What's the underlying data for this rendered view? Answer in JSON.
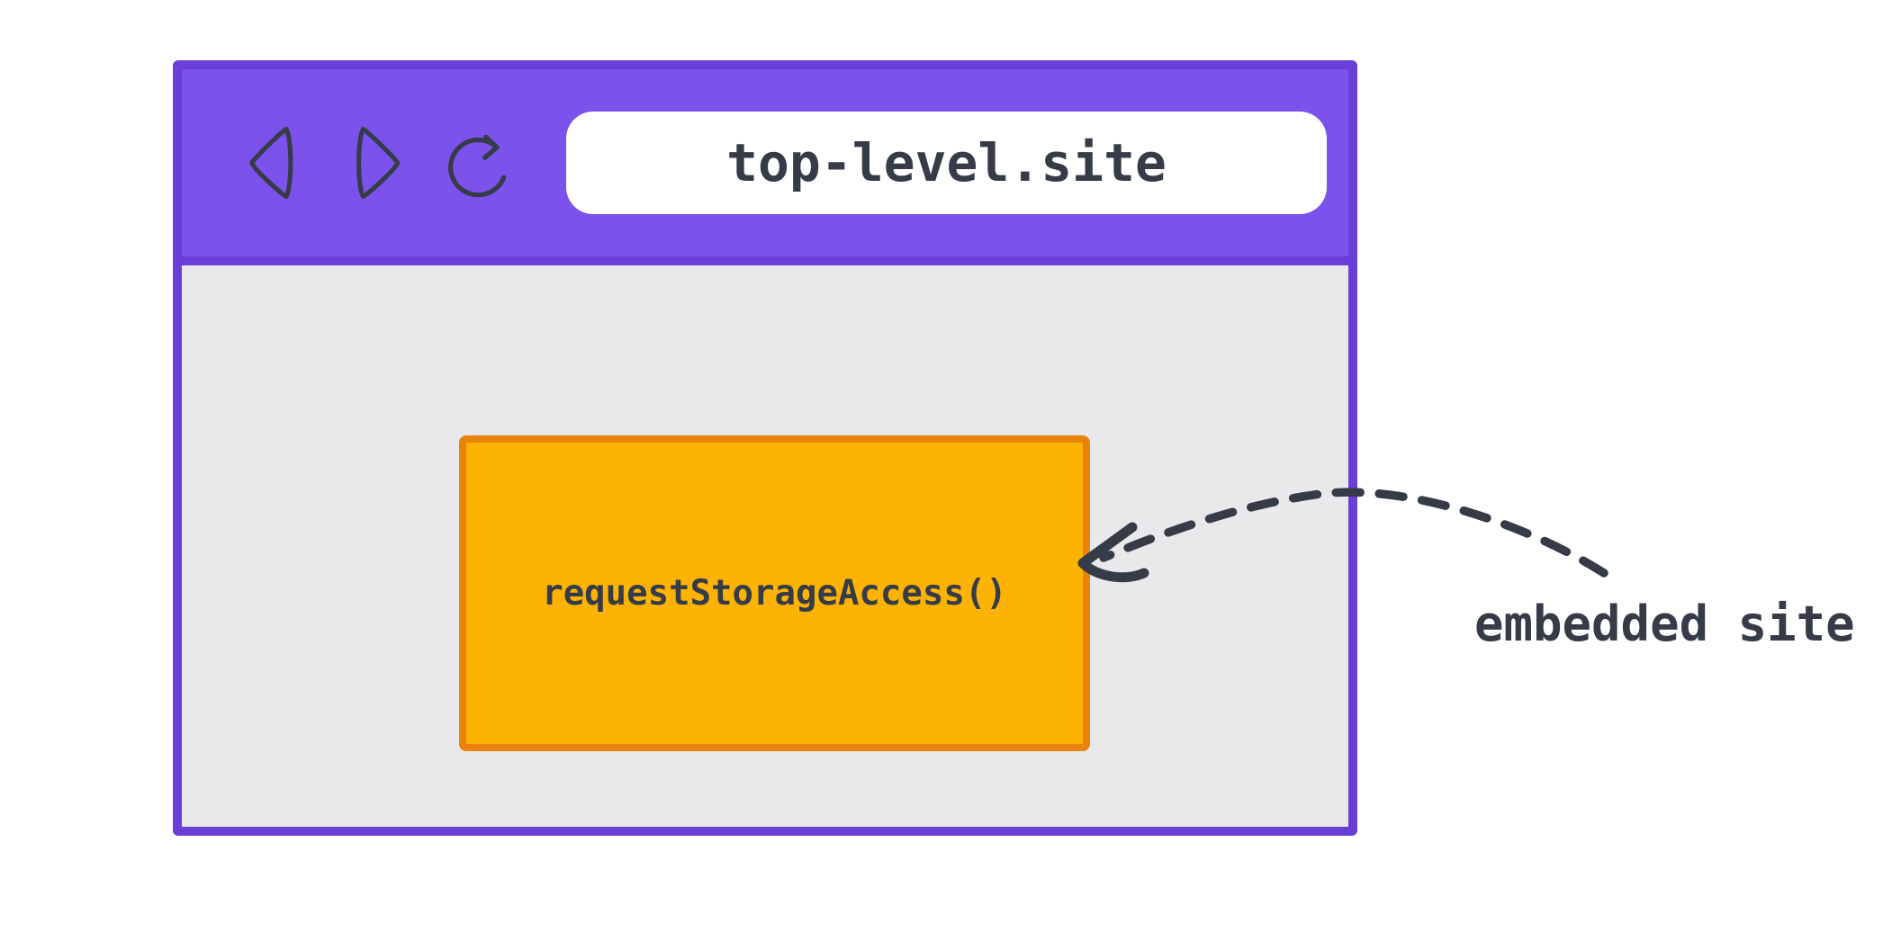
{
  "window": {
    "url_bar": {
      "value": "top-level.site"
    },
    "toolbar": {
      "icons": [
        {
          "name": "back-icon",
          "meaning": "navigate back"
        },
        {
          "name": "forward-icon",
          "meaning": "navigate forward"
        },
        {
          "name": "reload-icon",
          "meaning": "reload page"
        }
      ]
    },
    "embed_box": {
      "label": "requestStorageAccess()"
    }
  },
  "annotation": {
    "label": "embedded site"
  },
  "colors": {
    "accent_purple": "#7B52EC",
    "purple_border": "#6A3FD8",
    "canvas_gray": "#E9E9EB",
    "embed_fill": "#FDB303",
    "embed_border": "#E8820B",
    "ink": "#353B47",
    "url_bar_bg": "#FFFFFF"
  }
}
